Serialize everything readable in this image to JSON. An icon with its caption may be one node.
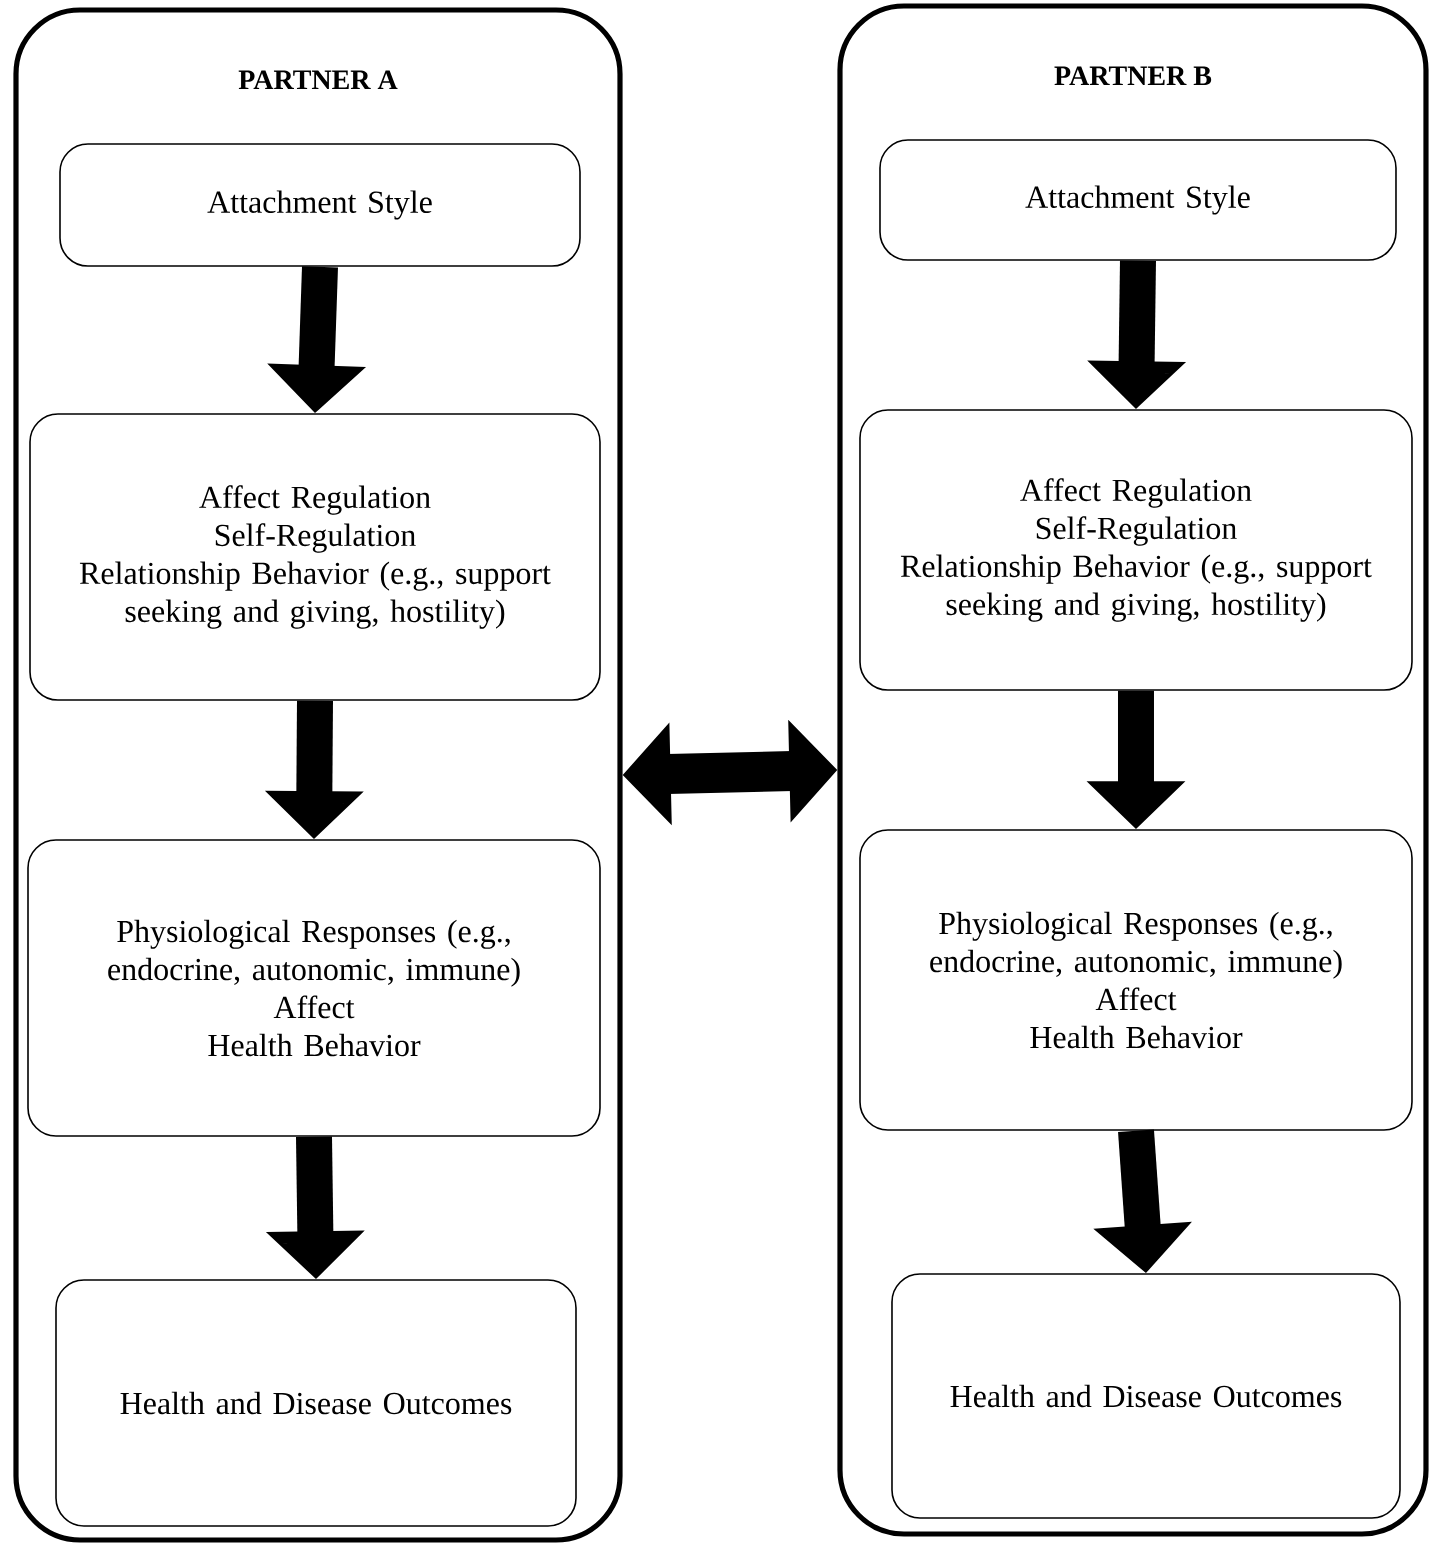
{
  "diagram": {
    "nodes": [
      {
        "text": [
          "PARTNER A"
        ]
      },
      {
        "text": [
          "Attachment Style"
        ],
        "in": 0
      },
      {
        "text": [
          "Affect Regulation",
          "Self-Regulation",
          "Relationship Behavior (e.g., support seeking and giving, hostility)"
        ],
        "in": 0
      },
      {
        "text": [
          "Physiological Responses (e.g., endocrine, autonomic, immune)",
          "Affect",
          "Health Behavior"
        ],
        "in": 0
      },
      {
        "text": [
          "Health and Disease Outcomes"
        ],
        "in": 0
      },
      {
        "text": [
          "PARTNER B"
        ]
      },
      {
        "text": [
          "Attachment Style"
        ],
        "in": 5
      },
      {
        "text": [
          "Affect Regulation",
          "Self-Regulation",
          "Relationship Behavior (e.g., support seeking and giving, hostility)"
        ],
        "in": 5
      },
      {
        "text": [
          "Physiological Responses (e.g., endocrine, autonomic, immune)",
          "Affect",
          "Health Behavior"
        ],
        "in": 5
      },
      {
        "text": [
          "Health and Disease Outcomes"
        ],
        "in": 5
      }
    ],
    "edges": [
      {
        "from": 1,
        "to": 2,
        "arrow": "to"
      },
      {
        "from": 2,
        "to": 3,
        "arrow": "to"
      },
      {
        "from": 3,
        "to": 4,
        "arrow": "to"
      },
      {
        "from": 6,
        "to": 7,
        "arrow": "to"
      },
      {
        "from": 7,
        "to": 8,
        "arrow": "to"
      },
      {
        "from": 8,
        "to": 9,
        "arrow": "to"
      },
      {
        "from": 0,
        "to": 5,
        "arrow": "both"
      }
    ]
  }
}
